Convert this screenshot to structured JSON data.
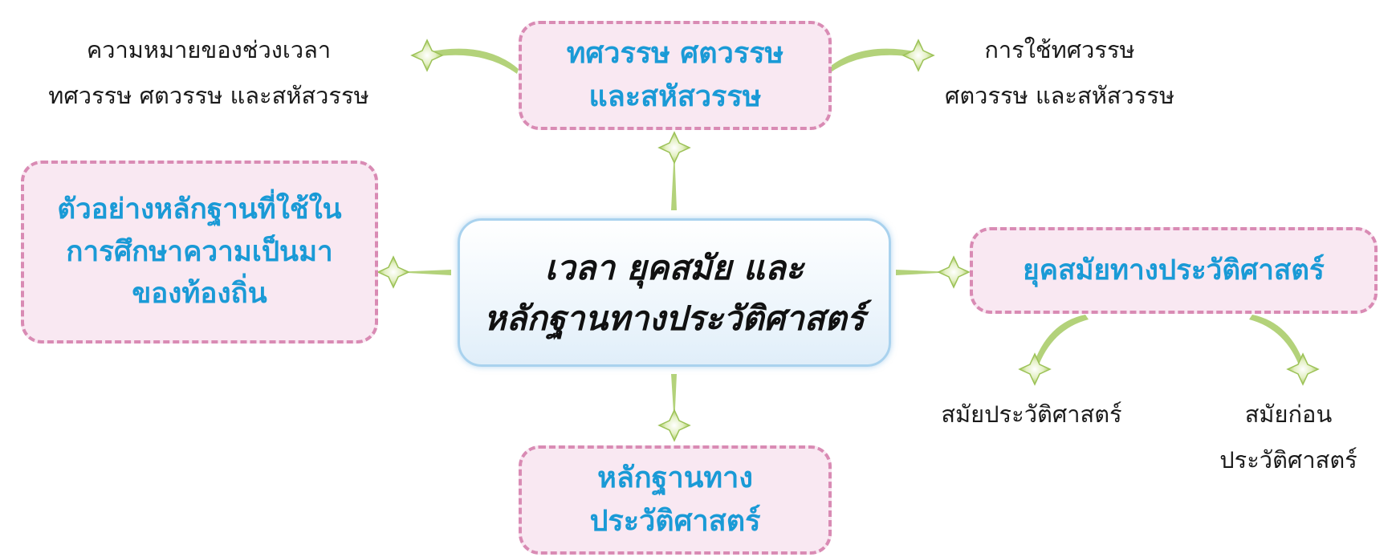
{
  "center_topic": {
    "line1": "เวลา ยุคสมัย และ",
    "line2": "หลักฐานทางประวัติศาสตร์"
  },
  "nodes": {
    "top": {
      "line1": "ทศวรรษ ศตวรรษ",
      "line2": "และสหัสวรรษ"
    },
    "left": {
      "line1": "ตัวอย่างหลักฐานที่ใช้ใน",
      "line2": "การศึกษาความเป็นมา",
      "line3": "ของท้องถิ่น"
    },
    "right": {
      "line1": "ยุคสมัยทางประวัติศาสตร์"
    },
    "bottom": {
      "line1": "หลักฐานทาง",
      "line2": "ประวัติศาสตร์"
    }
  },
  "notes": {
    "top_left": {
      "line1": "ความหมายของช่วงเวลา",
      "line2": "ทศวรรษ ศตวรรษ และสหัสวรรษ"
    },
    "top_right": {
      "line1": "การใช้ทศวรรษ",
      "line2": "ศตวรรษ และสหัสวรรษ"
    },
    "right_left": {
      "line1": "สมัยประวัติศาสตร์"
    },
    "right_right": {
      "line1": "สมัยก่อน",
      "line2": "ประวัติศาสตร์"
    }
  },
  "colors": {
    "node_text": "#1a9ad6",
    "node_fill": "#f9e8f2",
    "node_border": "#d98bb4",
    "connector": "#b3d27a",
    "center_border": "#a9d2ee"
  }
}
